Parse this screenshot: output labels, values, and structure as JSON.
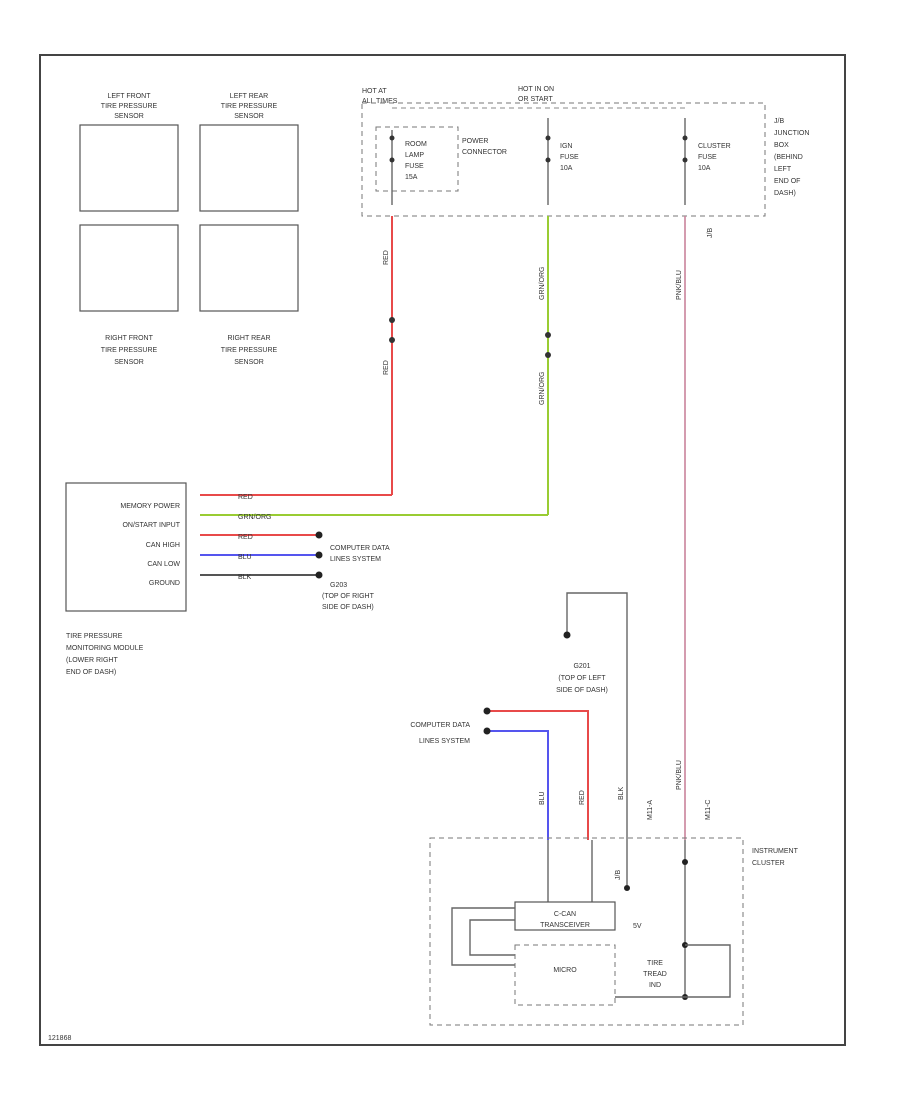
{
  "sensors": {
    "left_front": [
      "LEFT FRONT",
      "TIRE PRESSURE",
      "SENSOR"
    ],
    "left_rear": [
      "LEFT REAR",
      "TIRE PRESSURE",
      "SENSOR"
    ],
    "right_front": [
      "RIGHT FRONT",
      "TIRE PRESSURE",
      "SENSOR"
    ],
    "right_rear": [
      "RIGHT REAR",
      "TIRE PRESSURE",
      "SENSOR"
    ]
  },
  "hot_labels": {
    "hot_at_all_times": [
      "HOT AT",
      "ALL TIMES"
    ],
    "hot_in_on": [
      "HOT IN ON",
      "OR START"
    ]
  },
  "junction_box": {
    "name_lines": [
      "J/B",
      "JUNCTION",
      "BOX",
      "(BEHIND",
      "LEFT",
      "END OF",
      "DASH)"
    ],
    "power_connector": [
      "POWER",
      "CONNECTOR"
    ],
    "room_lamp_fuse": [
      "ROOM",
      "LAMP",
      "FUSE",
      "15A"
    ],
    "ign_fuse": [
      "IGN",
      "FUSE",
      "10A"
    ],
    "cluster_fuse": [
      "CLUSTER",
      "FUSE",
      "10A"
    ]
  },
  "wire_colors": {
    "red": "#e84a4a",
    "green": "#99cc33",
    "pink": "#c9839b",
    "blue": "#5555ee",
    "black": "#555555",
    "gray": "#666666"
  },
  "wire_labels": {
    "red": "RED",
    "green": "GRN/ORG",
    "pink": "PNK/BLU",
    "blue": "BLU",
    "black": "BLK"
  },
  "tpms_module": {
    "pins": [
      "MEMORY POWER",
      "ON/START INPUT",
      "CAN HIGH",
      "CAN LOW",
      "GROUND"
    ],
    "name_lines": [
      "TIRE PRESSURE",
      "MONITORING MODULE",
      "(LOWER RIGHT",
      "END OF DASH)"
    ]
  },
  "computer_data_lines": [
    "COMPUTER DATA",
    "LINES SYSTEM"
  ],
  "ground_g203": [
    "G203",
    "(TOP OF RIGHT",
    "SIDE OF DASH)"
  ],
  "ground_g201": [
    "G201",
    "(TOP OF LEFT",
    "SIDE OF DASH)"
  ],
  "connectors": {
    "m11_a": "M11-A",
    "m11_c": "M11-C",
    "jb_connector": "J/B"
  },
  "instrument_cluster": {
    "name_lines": [
      "INSTRUMENT",
      "CLUSTER"
    ],
    "can_transceiver": [
      "C-CAN",
      "TRANSCEIVER"
    ],
    "micro": "MICRO",
    "tire_tread": [
      "TIRE",
      "TREAD",
      "IND"
    ],
    "five_volt": "5V"
  },
  "footer_code": "121868"
}
